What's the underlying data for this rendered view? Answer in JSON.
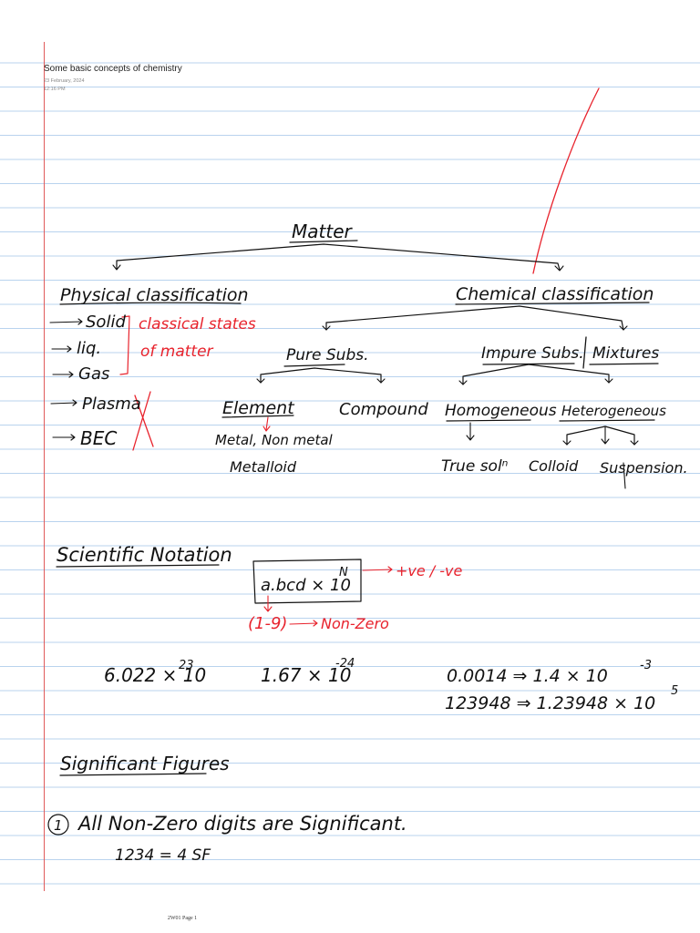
{
  "header": {
    "title": "Some basic concepts of chemistry",
    "date": "23 February, 2024",
    "time": "12:16 PM"
  },
  "footer": {
    "page_label": "2W01 Page 1"
  },
  "colors": {
    "ink": "#111111",
    "red_ink": "#e8232d",
    "rule_line": "#b9d3ee",
    "margin_line": "#e05a5a"
  },
  "notes": {
    "matter": {
      "title": "Matter",
      "physical": {
        "title": "Physical classification",
        "states": [
          "Solid",
          "liq.",
          "Gas",
          "Plasma",
          "BEC"
        ],
        "note_line1": "classical states",
        "note_line2": "of matter"
      },
      "chemical": {
        "title": "Chemical classification",
        "pure": "Pure Subs.",
        "impure": "Impure Subs.",
        "mixtures": "Mixtures",
        "element": "Element",
        "compound": "Compound",
        "element_types_line1": "Metal, Non metal",
        "element_types_line2": "Metalloid",
        "homogeneous": "Homogeneous",
        "heterogeneous": "Heterogeneous",
        "true_soln": "True solⁿ",
        "colloid": "Colloid",
        "suspension": "Suspension."
      }
    },
    "scientific_notation": {
      "title": "Scientific Notation",
      "form_base": "a.bcd × 10",
      "form_exp": "N",
      "sign_note": "+ve / -ve",
      "range_note": "(1-9)",
      "nonzero_note": "Non-Zero",
      "examples": [
        {
          "base": "6.022 × 10",
          "exp": "23"
        },
        {
          "base": "1.67 × 10",
          "exp": "-24"
        },
        {
          "base": "0.0014 ⇒ 1.4 × 10",
          "exp": "-3"
        },
        {
          "base": "123948 ⇒ 1.23948 × 10",
          "exp": "5"
        }
      ]
    },
    "significant_figures": {
      "title": "Significant Figures",
      "rule1_num": "1",
      "rule1_text": "All Non-Zero digits are Significant.",
      "example1": "1234 = 4 SF"
    }
  }
}
